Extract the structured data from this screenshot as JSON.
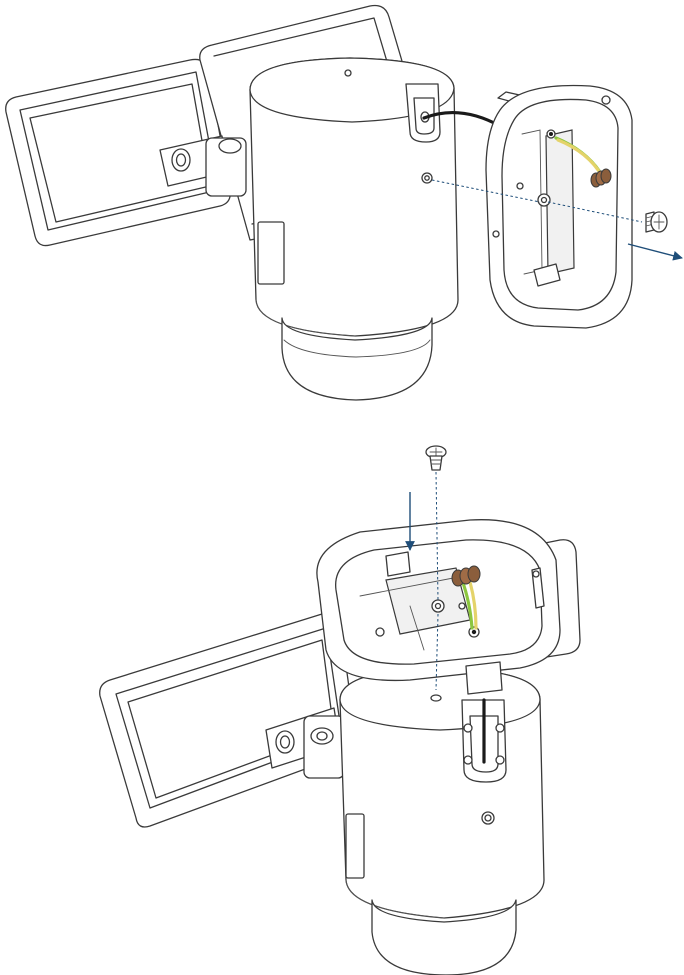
{
  "colors": {
    "line": "#3a3a3a",
    "accent_arrow": "#1f4e79",
    "cable_black": "#1a1a1a",
    "wire_green": "#8cc63f",
    "wire_yellow": "#e4d36a",
    "connector_brown": "#8b5e3c",
    "background": "#ffffff"
  },
  "figures": [
    {
      "id": "remove-mount",
      "icons": [
        "floodlight-camera",
        "mounting-bracket",
        "screw",
        "pull-arrow"
      ]
    },
    {
      "id": "attach-mount",
      "icons": [
        "floodlight-camera",
        "mounting-bracket",
        "screw",
        "insert-arrow"
      ]
    }
  ]
}
